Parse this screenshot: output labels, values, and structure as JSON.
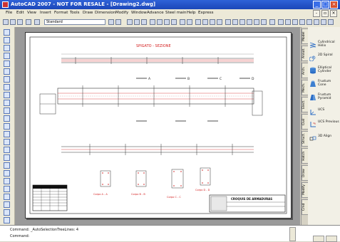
{
  "window": {
    "title": "AutoCAD 2007 - NOT FOR RESALE - [Drawing2.dwg]"
  },
  "menu": [
    "File",
    "Edit",
    "View",
    "Insert",
    "Format",
    "Tools",
    "Draw",
    "Dimension",
    "Modify",
    "Window",
    "Advance",
    "Steel main",
    "Help",
    "Express"
  ],
  "toolbar": {
    "text_style": "Standard"
  },
  "drawing": {
    "title": "SPIGATO - SEZIONE",
    "section_a": "A",
    "section_b": "B",
    "section_c": "C",
    "section_d": "D",
    "caption_a": "Corpo A - A",
    "caption_b": "Corpo B - B",
    "caption_c": "Corpo C - C",
    "caption_d": "Corpo D - D",
    "titleblock_heading": "CROQUIS DE ARMADURAS"
  },
  "palette": {
    "tabs": [
      "Model",
      "Annot.",
      "Arch.",
      "Mech.",
      "Elect.",
      "Civil",
      "Struct.",
      "Hatch",
      "Draw",
      "Modify",
      "Cmd"
    ],
    "items": [
      {
        "label": "Cylindrical Helix",
        "icon": "helix-icon"
      },
      {
        "label": "2D Spiral",
        "icon": "spiral-icon"
      },
      {
        "label": "Elliptical Cylinder",
        "icon": "cylinder-icon"
      },
      {
        "label": "Frustum Cone",
        "icon": "cone-icon"
      },
      {
        "label": "Frustum Pyramid",
        "icon": "pyramid-icon"
      },
      {
        "label": "UCS",
        "icon": "ucs-icon"
      },
      {
        "label": "UCS Previous",
        "icon": "ucs-previous-icon"
      },
      {
        "label": "3D Align",
        "icon": "align-icon"
      }
    ]
  },
  "command": {
    "line1": "Command:  _AutoSelectionTreeLines: 4",
    "line2": "Command:"
  }
}
